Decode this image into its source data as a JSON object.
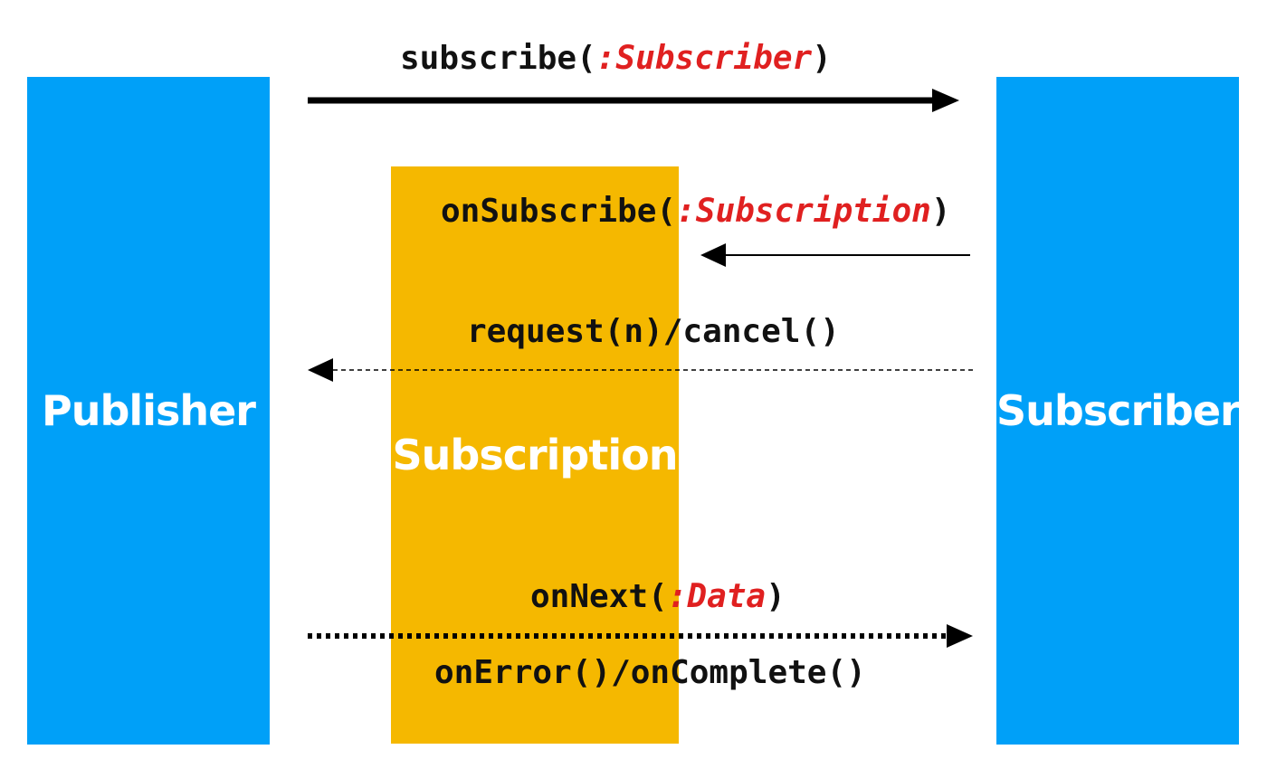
{
  "blocks": {
    "publisher": {
      "label": "Publisher",
      "color": "#00a0f8"
    },
    "subscription": {
      "label": "Subscription",
      "color": "#f5b800"
    },
    "subscriber": {
      "label": "Subscriber",
      "color": "#00a0f8"
    }
  },
  "messages": {
    "subscribe": {
      "name": "subscribe(",
      "arg": ":Subscriber",
      "close": ")"
    },
    "on_subscribe": {
      "name": "onSubscribe(",
      "arg": ":Subscription",
      "close": ")"
    },
    "request_cancel": {
      "text": "request(n)/cancel()"
    },
    "on_next": {
      "name": "onNext(",
      "arg": ":Data",
      "close": ")"
    },
    "on_error_complete": {
      "text": "onError()/onComplete()"
    }
  },
  "colors": {
    "argument_text": "#e02020",
    "text": "#111111",
    "arrow": "#000000"
  }
}
